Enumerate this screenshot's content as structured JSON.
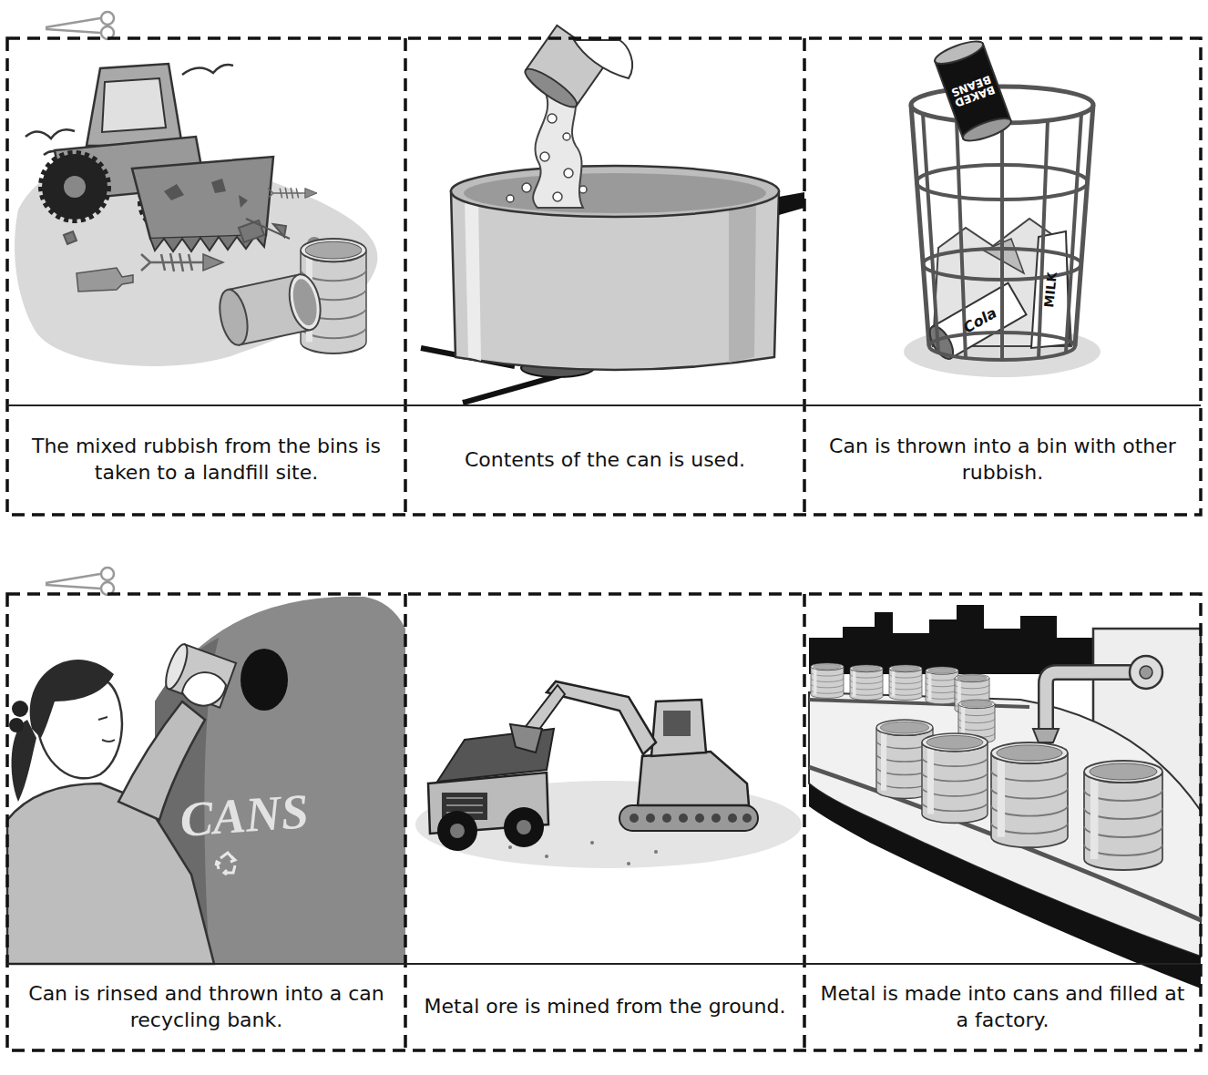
{
  "diagram": {
    "nodes": [
      {
        "text": [
          "The mixed rubbish from the bins is taken to a landfill site."
        ]
      },
      {
        "text": [
          "Contents of the can is used."
        ]
      },
      {
        "text": [
          "Can is thrown into a bin with other rubbish."
        ]
      },
      {
        "text": [
          "Can is rinsed and thrown into a can recycling bank."
        ]
      },
      {
        "text": [
          "Metal ore is mined from the ground."
        ]
      },
      {
        "text": [
          "Metal is made into cans and filled at a factory."
        ]
      }
    ],
    "labels": [
      "BAKED BEANS",
      "Cola",
      "MILK",
      "CANS"
    ]
  }
}
